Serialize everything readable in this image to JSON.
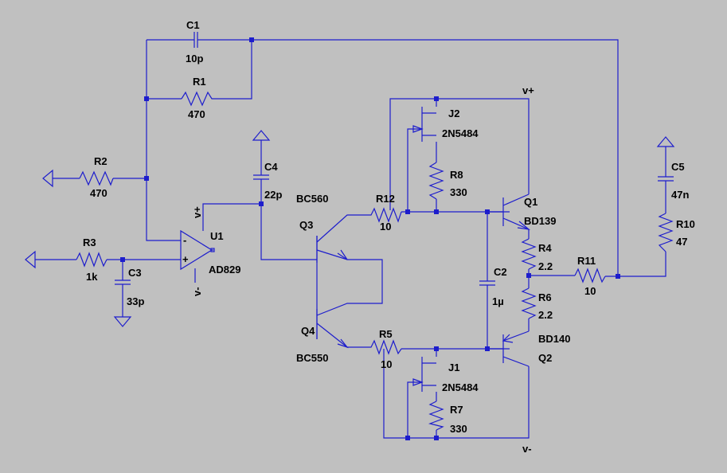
{
  "colors": {
    "background": "#c0c0c0",
    "wire": "#1d1dcc",
    "text": "#000000"
  },
  "components": {
    "C1": {
      "ref": "C1",
      "value": "10p"
    },
    "R1": {
      "ref": "R1",
      "value": "470"
    },
    "R2": {
      "ref": "R2",
      "value": "470"
    },
    "R3": {
      "ref": "R3",
      "value": "1k"
    },
    "C3": {
      "ref": "C3",
      "value": "33p"
    },
    "C4": {
      "ref": "C4",
      "value": "22p"
    },
    "U1": {
      "ref": "U1",
      "value": "AD829"
    },
    "Q3": {
      "ref": "Q3",
      "value": "BC560"
    },
    "Q4": {
      "ref": "Q4",
      "value": "BC550"
    },
    "R12": {
      "ref": "R12",
      "value": "10"
    },
    "R5": {
      "ref": "R5",
      "value": "10"
    },
    "J2": {
      "ref": "J2",
      "value": "2N5484"
    },
    "J1": {
      "ref": "J1",
      "value": "2N5484"
    },
    "R8": {
      "ref": "R8",
      "value": "330"
    },
    "R7": {
      "ref": "R7",
      "value": "330"
    },
    "Q1": {
      "ref": "Q1",
      "value": "BD139"
    },
    "Q2": {
      "ref": "Q2",
      "value": "BD140"
    },
    "C2": {
      "ref": "C2",
      "value": "1µ"
    },
    "R4": {
      "ref": "R4",
      "value": "2.2"
    },
    "R6": {
      "ref": "R6",
      "value": "2.2"
    },
    "R11": {
      "ref": "R11",
      "value": "10"
    },
    "C5": {
      "ref": "C5",
      "value": "47n"
    },
    "R10": {
      "ref": "R10",
      "value": "47"
    }
  },
  "nets": {
    "vplus_top": "v+",
    "vminus_bottom": "v-",
    "u1_vplus": "v+",
    "u1_vminus": "v-",
    "u1_plus": "+",
    "u1_minus": "-"
  }
}
